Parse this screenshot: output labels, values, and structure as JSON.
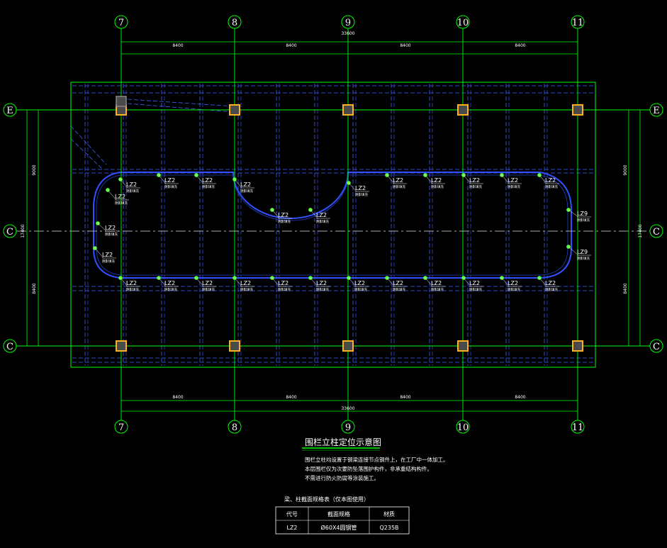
{
  "axes": {
    "top": [
      "7",
      "8",
      "9",
      "10",
      "11"
    ],
    "bottom": [
      "7",
      "8",
      "9",
      "10",
      "11"
    ],
    "left": [
      "E",
      "C",
      "C"
    ],
    "right": [
      "E",
      "C",
      "C"
    ]
  },
  "dimensions": {
    "top_total": "33600",
    "top_spans": [
      "8400",
      "8400",
      "8400",
      "8400"
    ],
    "bottom_total": "33600",
    "bottom_spans": [
      "8400",
      "8400",
      "8400",
      "8400"
    ],
    "left_total": "17400",
    "left_spans": [
      "9000",
      "8400"
    ],
    "right_total": "17400",
    "right_spans": [
      "9000",
      "8400"
    ]
  },
  "post_label": "LZ2",
  "post_sublabel": "阴影填充",
  "side_label": "LZ9",
  "title": "围栏立柱定位示意图",
  "notes": [
    "围栏立柱均设置于钢梁连接节点钢件上，在工厂中一体加工。",
    "本层围栏仅为次要防坠落围护构件，非承重结构构件。",
    "不需进行防火防腐等涂装施工。"
  ],
  "table": {
    "caption": "梁、柱截面规格表（仅本图使用）",
    "headers": [
      "代号",
      "截面规格",
      "材质"
    ],
    "rows": [
      [
        "LZ2",
        "Ø60X4圆钢管",
        "Q235B"
      ]
    ]
  },
  "colors": {
    "grid": "#00ff00",
    "beam": "#4060ff",
    "column": "#ffb020",
    "node": "#60ff40",
    "text": "#ffffff"
  }
}
